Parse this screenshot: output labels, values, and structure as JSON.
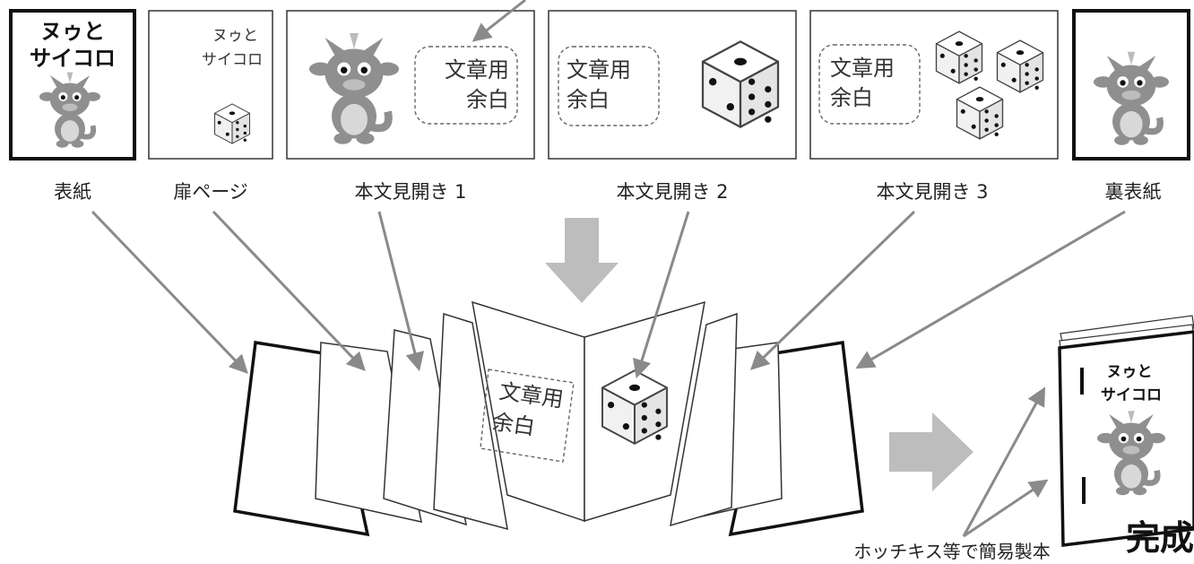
{
  "pages": {
    "cover": {
      "label": "表紙",
      "title_line1": "ヌゥと",
      "title_line2": "サイコロ"
    },
    "title_page": {
      "label": "扉ページ",
      "title_line1": "ヌゥと",
      "title_line2": "サイコロ"
    },
    "spread1": {
      "label": "本文見開き 1",
      "margin_line1": "文章用",
      "margin_line2": "余白"
    },
    "spread2": {
      "label": "本文見開き 2",
      "margin_line1": "文章用",
      "margin_line2": "余白"
    },
    "spread3": {
      "label": "本文見開き 3",
      "margin_line1": "文章用",
      "margin_line2": "余白"
    },
    "back_cover": {
      "label": "裏表紙"
    }
  },
  "assembly": {
    "margin_line1": "文章用",
    "margin_line2": "余白"
  },
  "finished": {
    "title_line1": "ヌゥと",
    "title_line2": "サイコロ",
    "binding_note": "ホッチキス等で簡易製本",
    "done_label": "完成"
  },
  "colors": {
    "arrow": "#8a8a8a",
    "big_arrow": "#bdbdbd",
    "dragon": "#8f8f8f",
    "border": "#111111"
  },
  "icons": [
    "dragon-mascot-icon",
    "die-icon",
    "arrow-icon"
  ]
}
